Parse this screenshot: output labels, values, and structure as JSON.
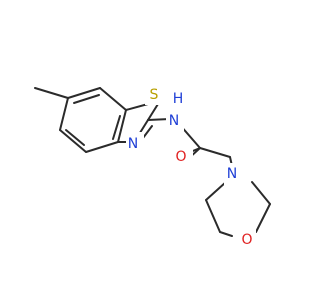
{
  "molecule": {
    "atoms": {
      "sulfur": "S",
      "thiazole_nitrogen": "N",
      "amide_nitrogen": "N",
      "amide_hydrogen": "H",
      "carbonyl_oxygen": "O",
      "morpholine_nitrogen": "N",
      "morpholine_oxygen": "O"
    },
    "colors": {
      "bond": "#2b2b2b",
      "sulfur": "#b8a000",
      "nitrogen": "#1f3fd6",
      "oxygen": "#e02020"
    }
  }
}
